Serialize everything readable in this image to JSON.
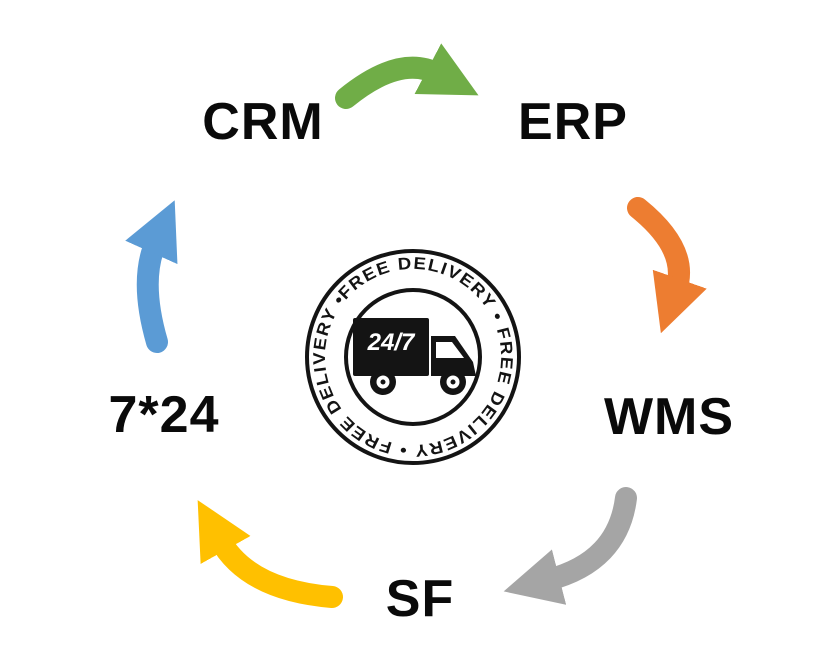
{
  "diagram": {
    "title": "service-cycle",
    "nodes": [
      {
        "id": "crm",
        "label": "CRM"
      },
      {
        "id": "erp",
        "label": "ERP"
      },
      {
        "id": "wms",
        "label": "WMS"
      },
      {
        "id": "sf",
        "label": "SF"
      },
      {
        "id": "7x24",
        "label": "7*24"
      }
    ],
    "arrows": [
      {
        "from": "CRM",
        "to": "ERP",
        "color": "#70AD47"
      },
      {
        "from": "ERP",
        "to": "WMS",
        "color": "#ED7D31"
      },
      {
        "from": "WMS",
        "to": "SF",
        "color": "#A5A5A5"
      },
      {
        "from": "SF",
        "to": "7*24",
        "color": "#FFC000"
      },
      {
        "from": "7*24",
        "to": "CRM",
        "color": "#5B9BD5"
      }
    ],
    "badge": {
      "ring_text": "FREE DELIVERY • FREE DELIVERY • FREE DELIVERY •",
      "center_text": "24/7",
      "ink_color": "#141414"
    }
  }
}
